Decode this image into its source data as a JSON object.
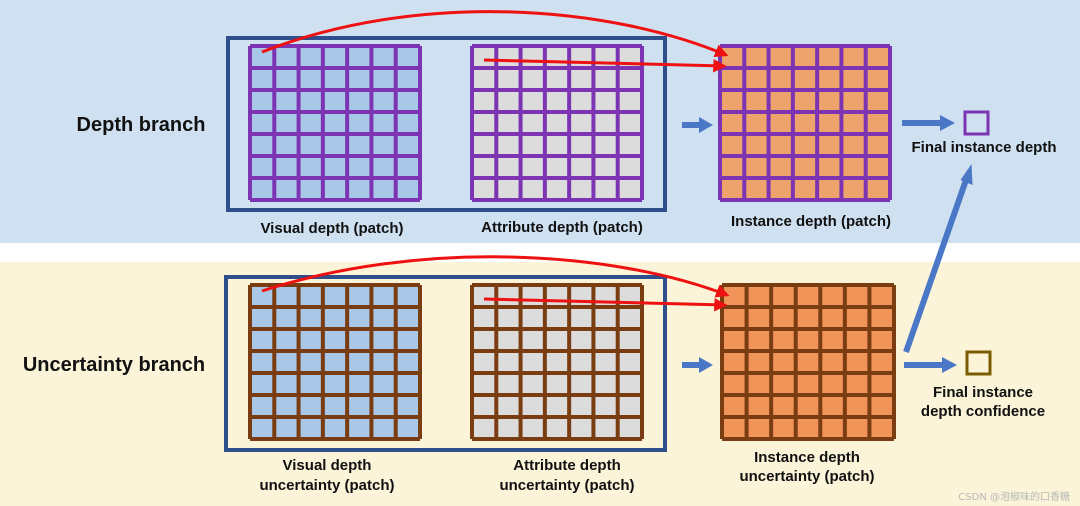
{
  "colors": {
    "depth_band": "#cfe0f1",
    "uncertainty_band": "#fbf4d9",
    "group_box": "#2e4f8c",
    "depth_grid": "#7c34b2",
    "uncertainty_grid": "#7a3d12",
    "visual_cell": "#a9c8e8",
    "attribute_cell": "#dcdcdc",
    "instance_cell": "#eea36c",
    "instance_unc_cell": "#f0945a",
    "red_arrow": "#ee1111",
    "blue_arrow": "#4a78c6",
    "final_depth_box": "#7c34b2",
    "final_conf_box": "#7a5c00"
  },
  "depth_branch": {
    "title": "Depth branch",
    "visual_caption": "Visual depth (patch)",
    "attribute_caption": "Attribute depth (patch)",
    "instance_caption": "Instance depth (patch)",
    "final_label": "Final instance depth"
  },
  "uncertainty_branch": {
    "title": "Uncertainty branch",
    "visual_caption_line1": "Visual depth",
    "visual_caption_line2": "uncertainty (patch)",
    "attribute_caption_line1": "Attribute depth",
    "attribute_caption_line2": "uncertainty (patch)",
    "instance_caption_line1": "Instance depth",
    "instance_caption_line2": "uncertainty (patch)",
    "final_label_line1": "Final instance",
    "final_label_line2": "depth confidence"
  },
  "watermark": "CSDN @泡椒味的口香糖"
}
